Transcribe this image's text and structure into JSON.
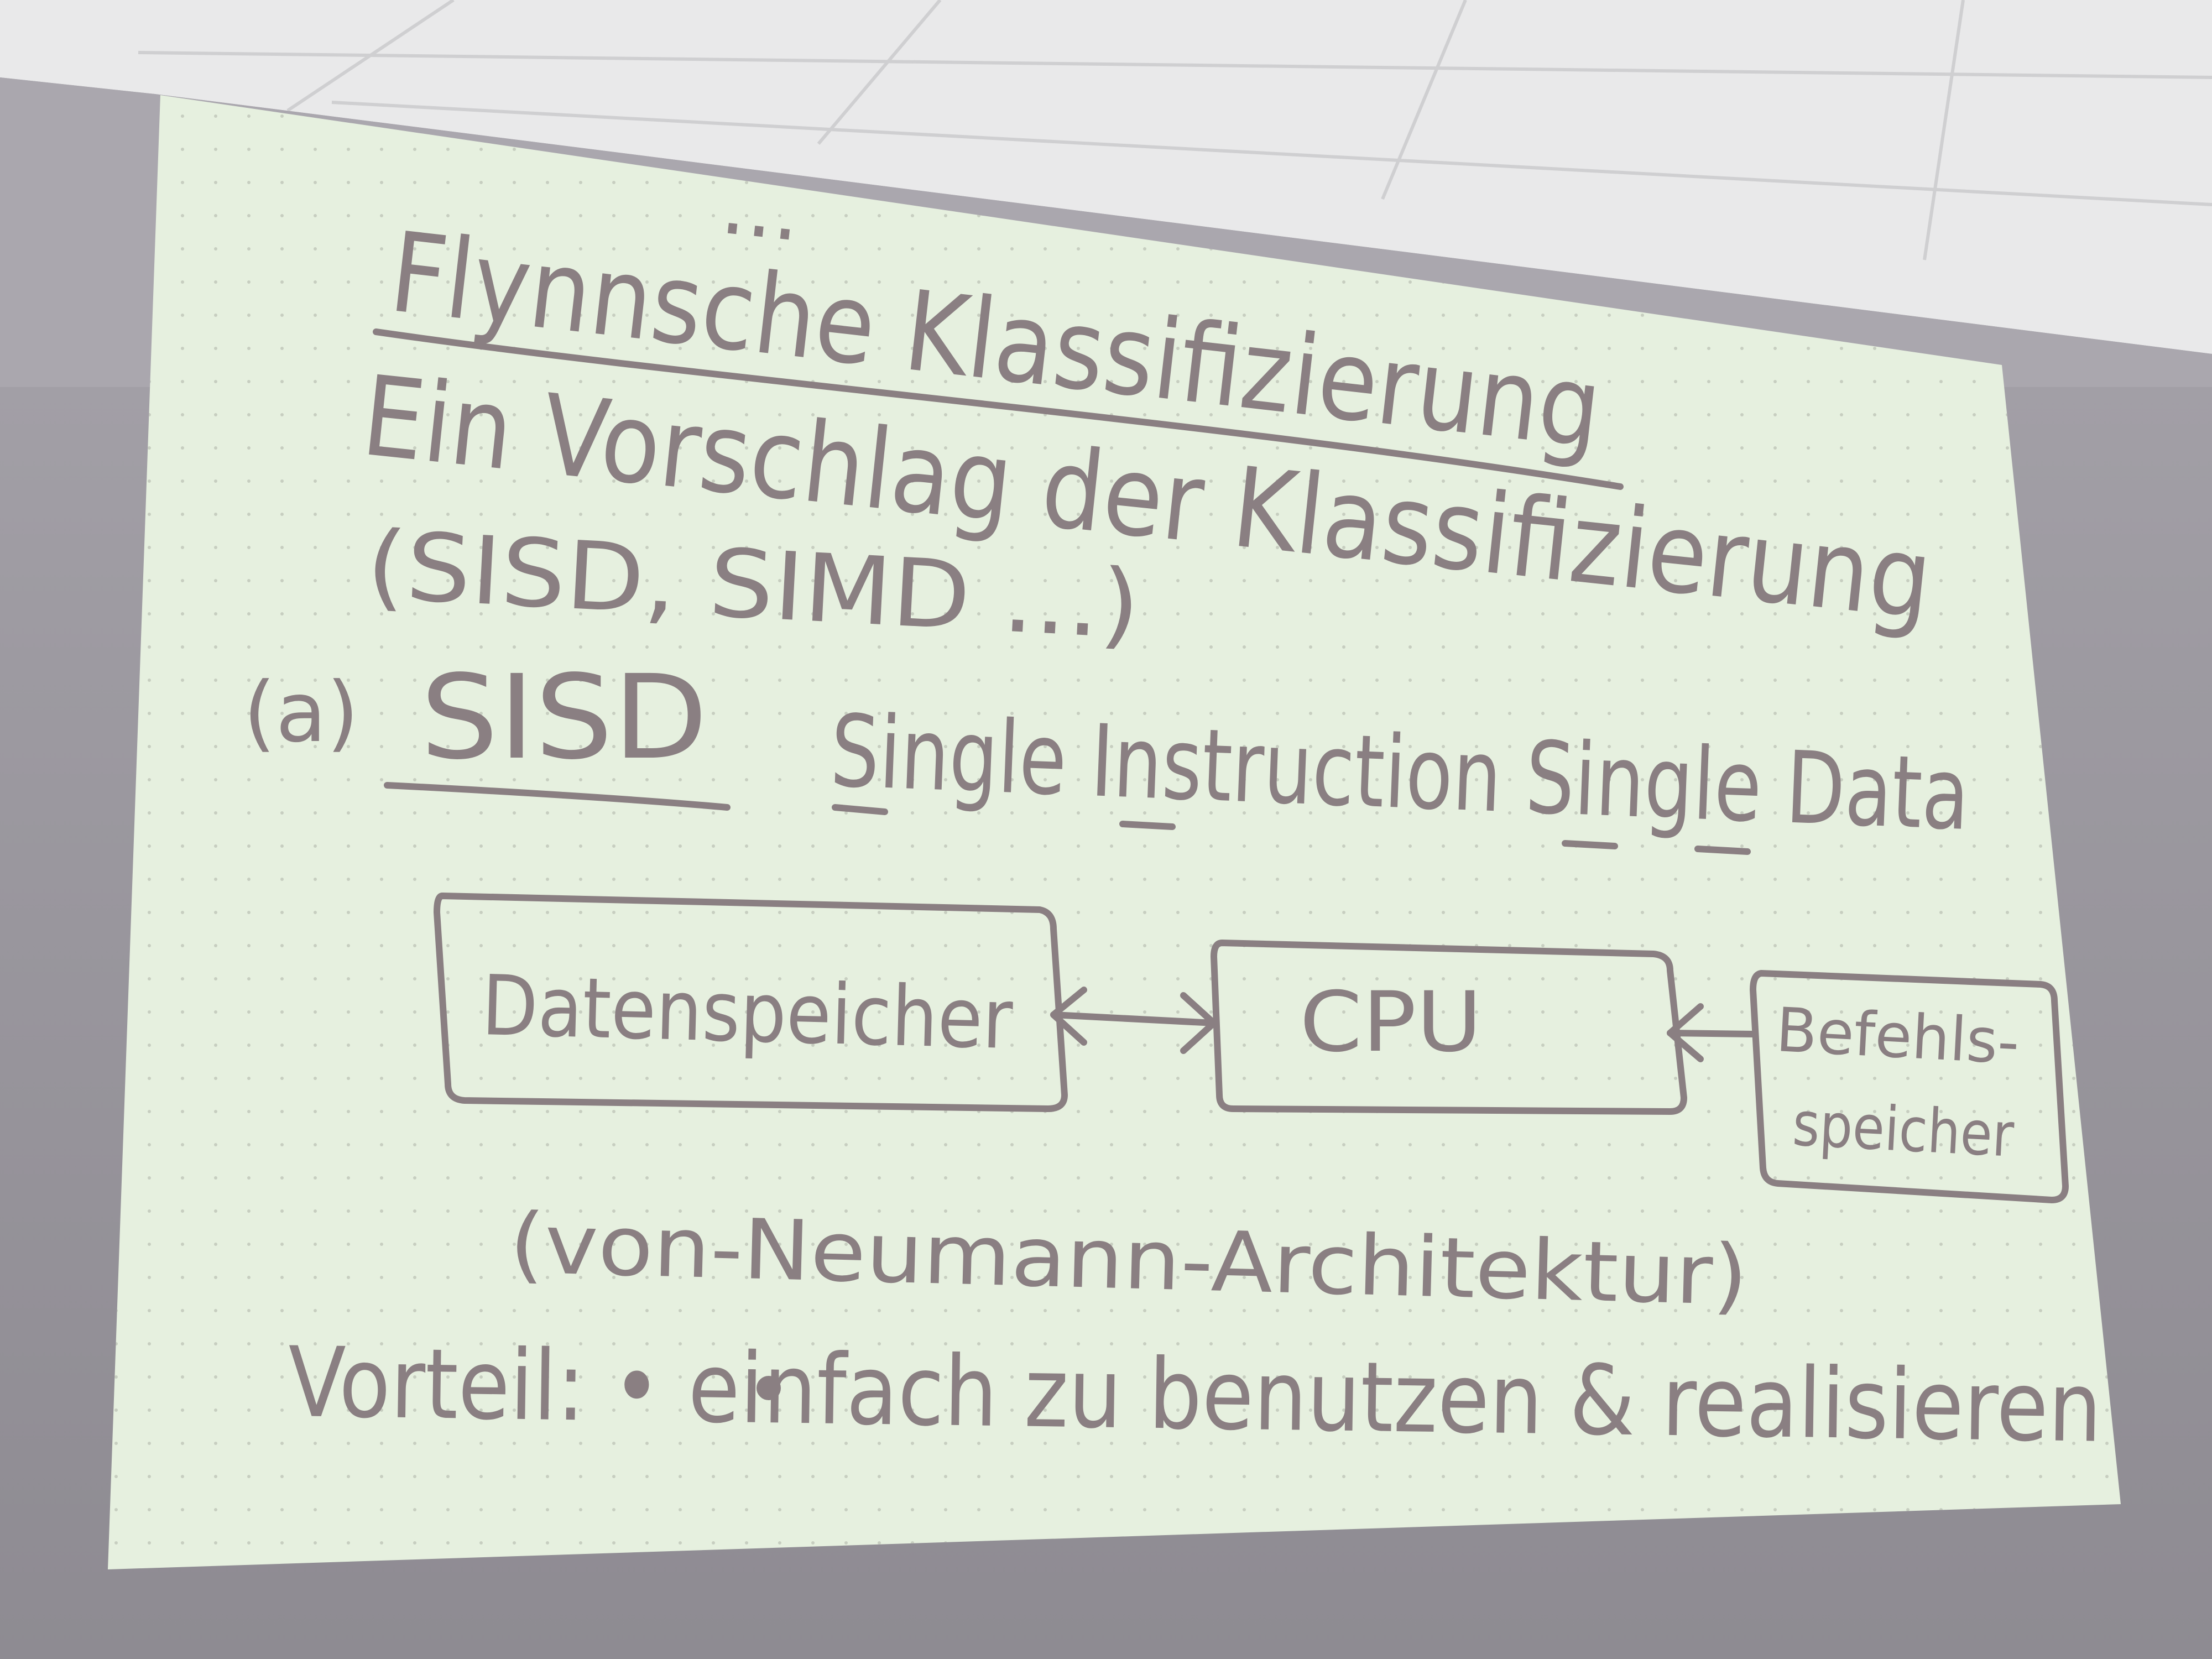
{
  "slide": {
    "partial_top_line": "...",
    "title": "Flynnsche Klassifizierung",
    "line1": "Ein Vorschlag der Klassifizierung",
    "line2": "(SISD, SIMD ...)",
    "item_label": "(a)",
    "item_term": "SISD",
    "item_expansion": "Single Instruction Single Data",
    "diagram": {
      "box_data_memory": "Datenspeicher",
      "box_cpu": "CPU",
      "box_instruction_memory_line1": "Befehls-",
      "box_instruction_memory_line2": "speicher"
    },
    "caption": "(von-Neumann-Architektur)",
    "advantage": "Vorteil: • einfach zu benutzen & realisieren"
  },
  "colors": {
    "screen": "#e6f0df",
    "ink": "#8a7f82",
    "wall": "#9d9aa1",
    "ceiling": "#ececec"
  }
}
